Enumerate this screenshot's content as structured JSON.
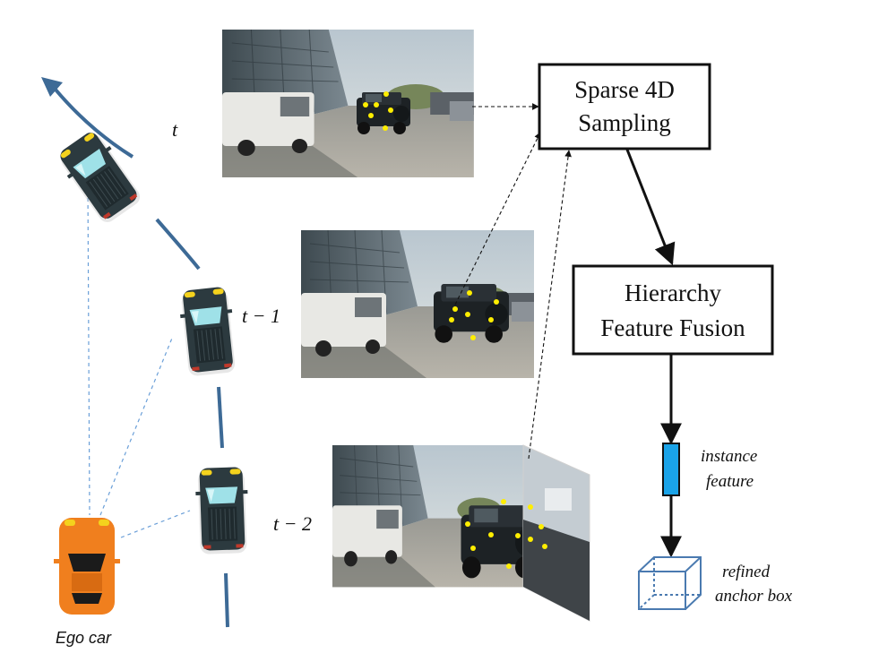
{
  "labels": {
    "time_t": "t",
    "time_t1": "t − 1",
    "time_t2": "t − 2",
    "ego_car": "Ego car",
    "instance_feature_line1": "instance",
    "instance_feature_line2": "feature",
    "refined_anchor_line1": "refined",
    "refined_anchor_line2": "anchor box"
  },
  "boxes": {
    "sampling_line1": "Sparse 4D",
    "sampling_line2": "Sampling",
    "fusion_line1": "Hierarchy",
    "fusion_line2": "Feature Fusion"
  },
  "colors": {
    "trajectory": "#3d6a96",
    "ego_car": "#f07f1e",
    "tracked_car": "#2c3a3f",
    "instance_feature": "#1aa3e8",
    "anchor_box": "#4a7ab0",
    "sample_point": "#ffee00",
    "dashed_link": "#6a9fd8"
  },
  "icons": [
    "arrow-head-icon",
    "car-icon",
    "cube-icon"
  ]
}
